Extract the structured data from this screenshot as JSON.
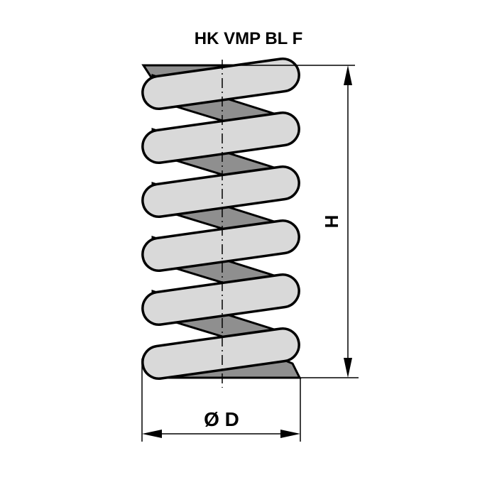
{
  "title": "HK VMP BL F",
  "dimensions": {
    "height_label": "H",
    "diameter_label": "Ø D"
  },
  "colors": {
    "coil_front": "#d9d9d9",
    "coil_back": "#8f8f8f",
    "outline": "#000000"
  },
  "coil_count": 6
}
